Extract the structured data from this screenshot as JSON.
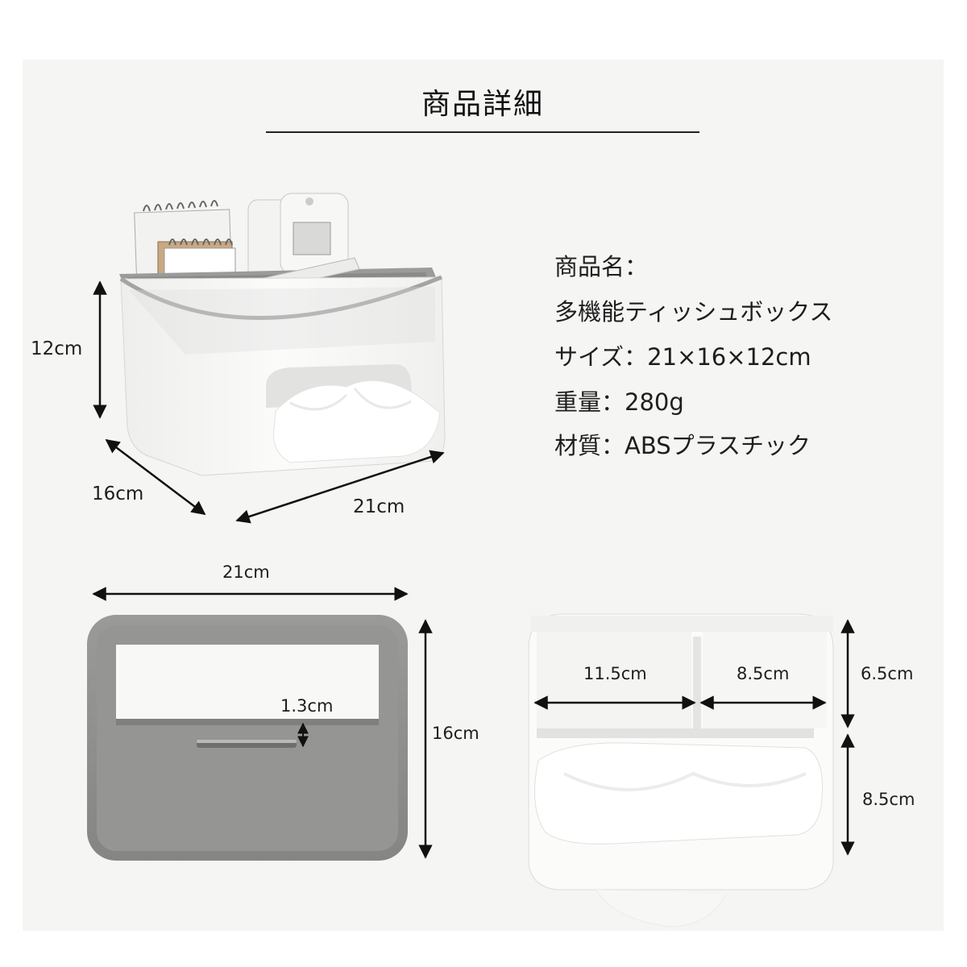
{
  "header": {
    "title": "商品詳細"
  },
  "specs": {
    "name_label": "商品名：",
    "name_value": "多機能ティッシュボックス",
    "size": "サイズ：21×16×12cm",
    "weight": "重量：280g",
    "material": "材質：ABSプラスチック"
  },
  "top_photo": {
    "height": "12cm",
    "depth": "16cm",
    "width": "21cm"
  },
  "lid_photo": {
    "width": "21cm",
    "depth": "16cm",
    "step": "1.3cm"
  },
  "inner_photo": {
    "left_compartment": "11.5cm",
    "right_compartment": "8.5cm",
    "front_depth": "6.5cm",
    "back_depth": "8.5cm"
  },
  "colors": {
    "box_white": "#fbfbfa",
    "lid_gray": "#8f8f8d",
    "panel": "#f5f5f4"
  }
}
